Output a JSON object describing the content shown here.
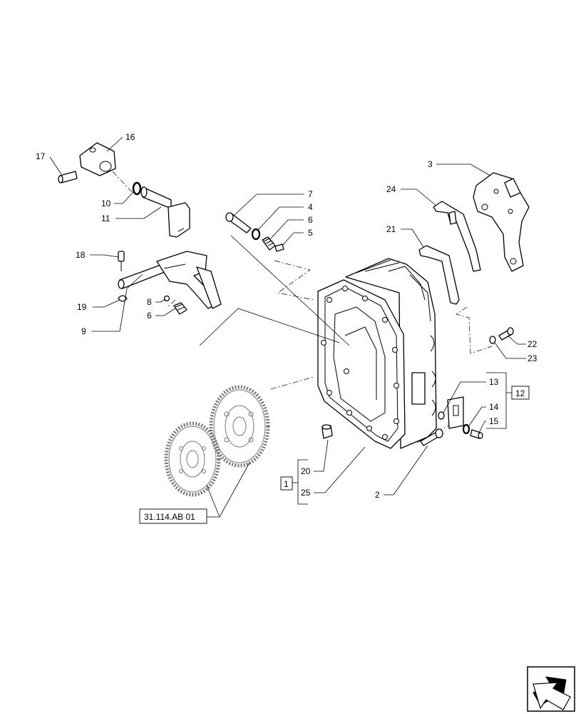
{
  "callouts": {
    "c1": "1",
    "c2": "2",
    "c3": "3",
    "c4": "4",
    "c5": "5",
    "c6a": "6",
    "c6b": "6",
    "c7": "7",
    "c8": "8",
    "c9": "9",
    "c10": "10",
    "c11": "11",
    "c12": "12",
    "c13": "13",
    "c14": "14",
    "c15": "15",
    "c16": "16",
    "c17": "17",
    "c18": "18",
    "c19": "19",
    "c20": "20",
    "c21": "21",
    "c22": "22",
    "c23": "23",
    "c24": "24",
    "c25": "25"
  },
  "reference_label": "31.114.AB 01",
  "nav_icon": "next-page-arrow-icon"
}
